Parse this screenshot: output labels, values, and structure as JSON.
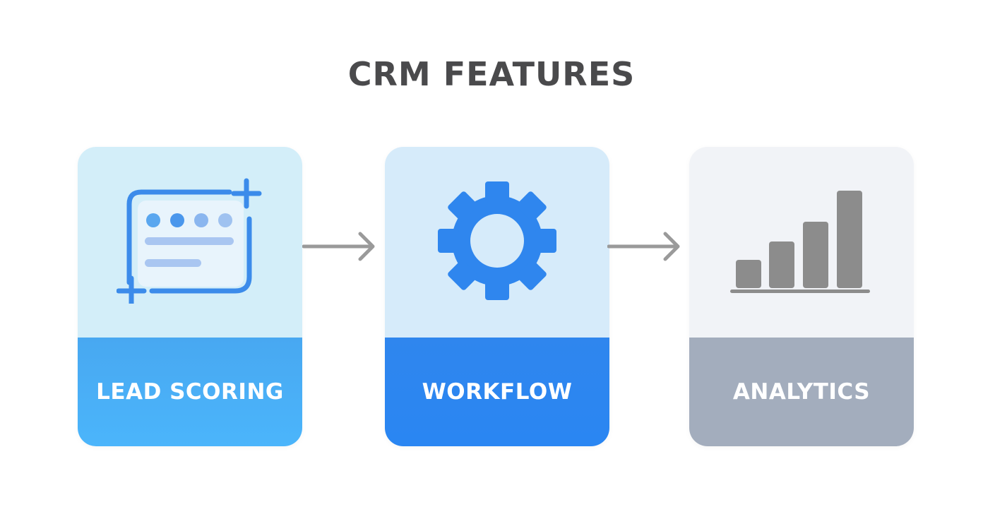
{
  "title": "CRM FEATURES",
  "cards": [
    {
      "label": "LEAD SCORING",
      "icon": "lead-card-icon"
    },
    {
      "label": "WORKFLOW",
      "icon": "gear-icon"
    },
    {
      "label": "ANALYTICS",
      "icon": "bar-chart-icon"
    }
  ],
  "colors": {
    "title": "#4a4a4c",
    "lead_top": "#d3eef9",
    "lead_bottom": "#4bb5fb",
    "workflow_top": "#d6ebfa",
    "workflow_bottom": "#2a86f2",
    "analytics_top": "#f1f3f7",
    "analytics_bottom": "#a3adbd",
    "arrow": "#9a9a9a",
    "bars": "#8c8c8c"
  }
}
